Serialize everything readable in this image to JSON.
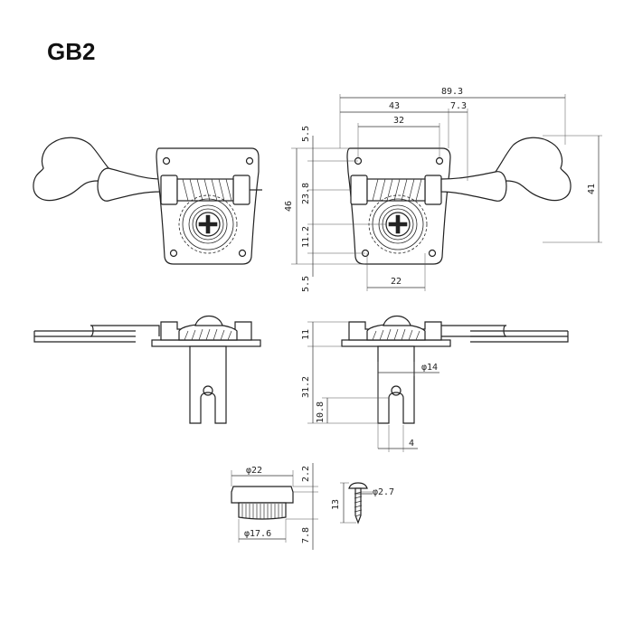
{
  "title": "GB2",
  "dimensions": {
    "overall_length": "89.3",
    "plate_width": "43",
    "shaft_offset": "7.3",
    "hole_spacing_top": "32",
    "top_margin": "5.5",
    "worm_height": "23.8",
    "plate_height": "46",
    "gear_offset": "11.2",
    "bottom_margin": "5.5",
    "hole_spacing_bottom": "22",
    "key_height": "41",
    "housing_height": "11",
    "post_diameter": "φ14",
    "post_length": "31.2",
    "slot_depth": "10.8",
    "slot_width": "4",
    "bushing_diameter": "φ22",
    "bushing_flange": "2.2",
    "bushing_inner_diameter": "φ17.6",
    "bushing_height": "7.8",
    "screw_diameter": "φ2.7",
    "screw_length": "13"
  }
}
